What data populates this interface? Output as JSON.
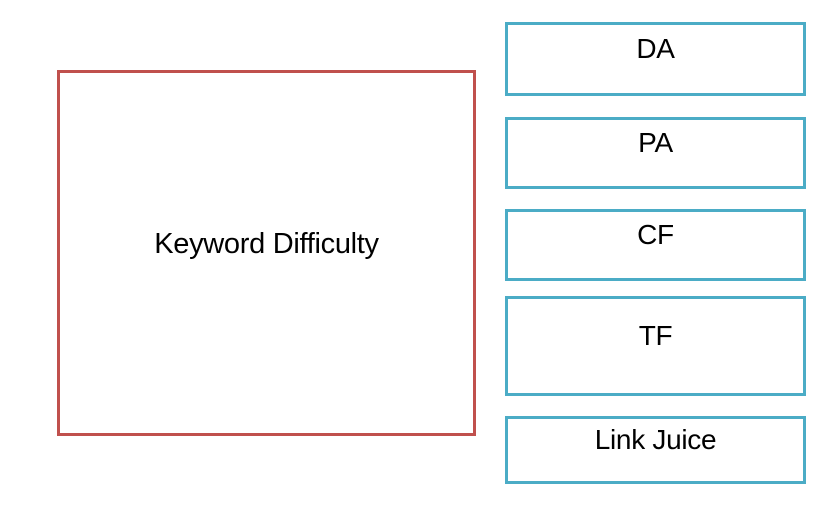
{
  "canvas": {
    "background_color": "#ffffff"
  },
  "main_box": {
    "label": "Keyword Difficulty",
    "border_color": "#c0504d",
    "fill_color": "#ffffff",
    "text_color": "#000000"
  },
  "factor_boxes": {
    "border_color": "#4bacc6",
    "fill_color": "#ffffff",
    "text_color": "#000000",
    "items": [
      {
        "label": "DA"
      },
      {
        "label": "PA"
      },
      {
        "label": "CF"
      },
      {
        "label": "TF"
      },
      {
        "label": "Link Juice"
      }
    ]
  }
}
